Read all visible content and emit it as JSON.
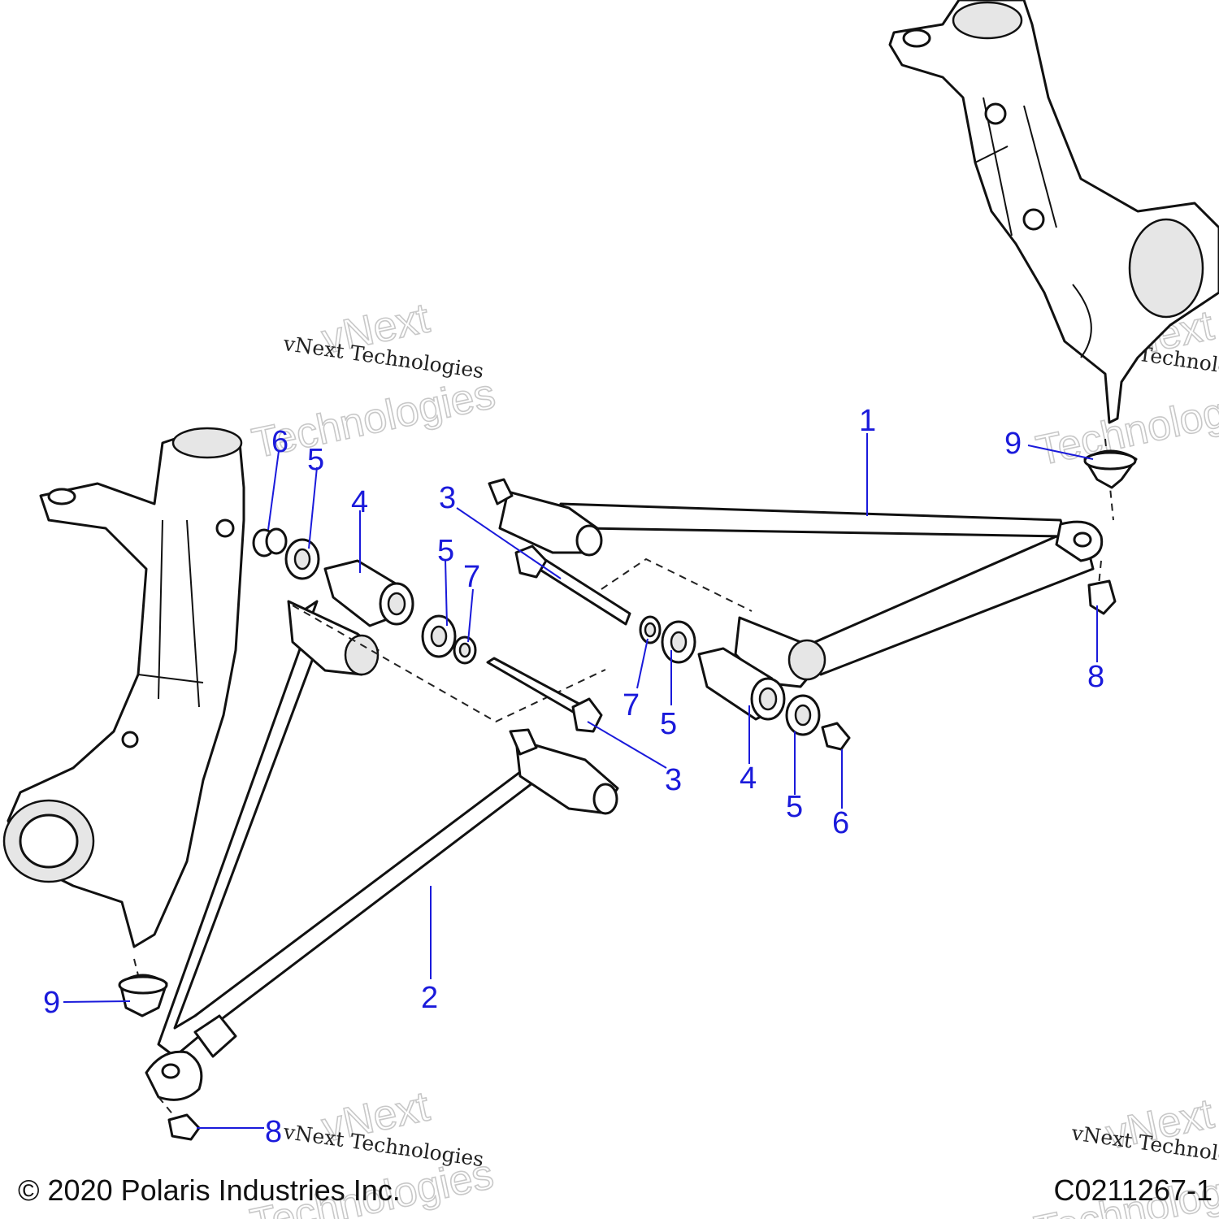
{
  "copyright": "© 2020 Polaris Industries Inc.",
  "drawing_id": "C0211267-1",
  "watermark": {
    "big_line1": "vNext",
    "big_line2": "Technologies",
    "small": "vNext Technologies"
  },
  "callouts": [
    {
      "id": "c1",
      "label": "1"
    },
    {
      "id": "c2",
      "label": "2"
    },
    {
      "id": "c3a",
      "label": "3"
    },
    {
      "id": "c3b",
      "label": "3"
    },
    {
      "id": "c4a",
      "label": "4"
    },
    {
      "id": "c4b",
      "label": "4"
    },
    {
      "id": "c5a",
      "label": "5"
    },
    {
      "id": "c5b",
      "label": "5"
    },
    {
      "id": "c5c",
      "label": "5"
    },
    {
      "id": "c5d",
      "label": "5"
    },
    {
      "id": "c6a",
      "label": "6"
    },
    {
      "id": "c6b",
      "label": "6"
    },
    {
      "id": "c7a",
      "label": "7"
    },
    {
      "id": "c7b",
      "label": "7"
    },
    {
      "id": "c8a",
      "label": "8"
    },
    {
      "id": "c8b",
      "label": "8"
    },
    {
      "id": "c9a",
      "label": "9"
    },
    {
      "id": "c9b",
      "label": "9"
    }
  ],
  "colors": {
    "callout": "#1a1adb",
    "line": "#111111"
  }
}
